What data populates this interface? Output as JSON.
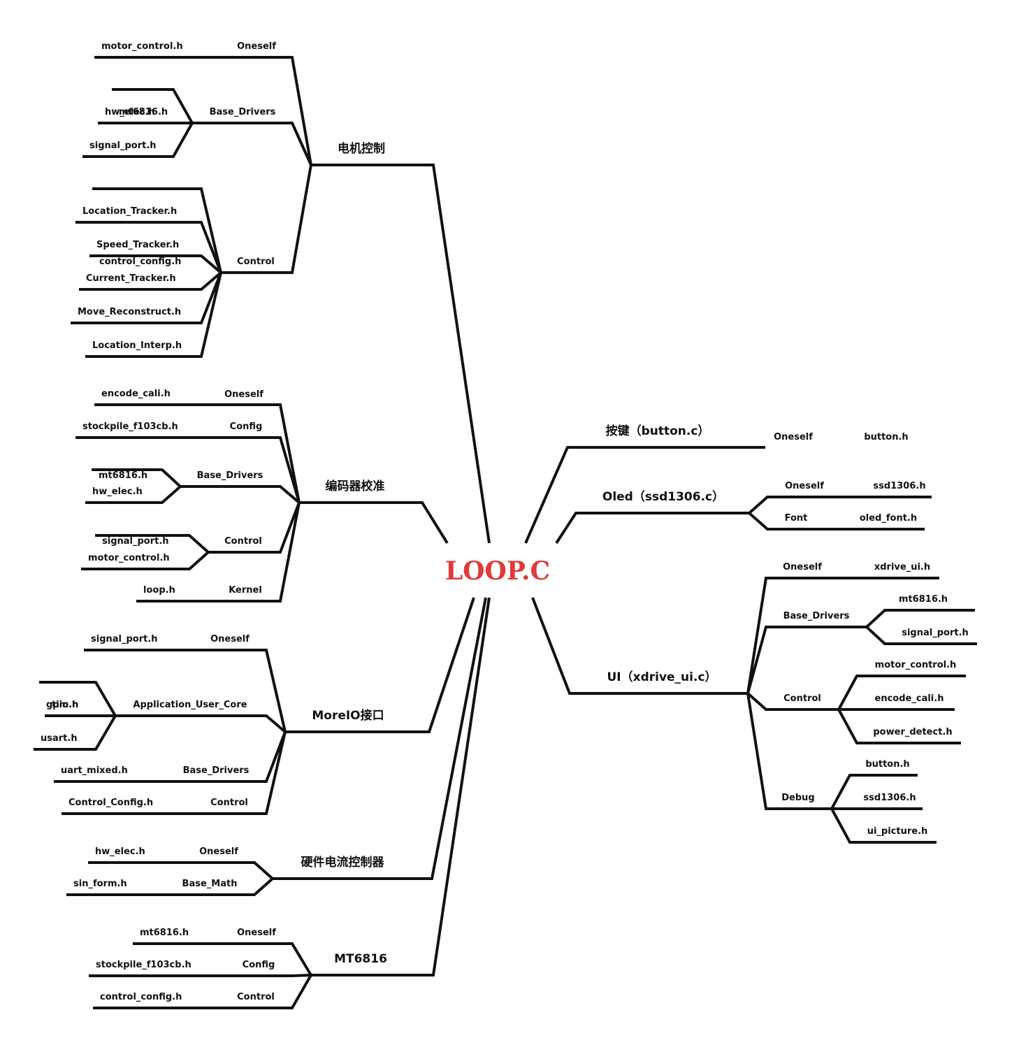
{
  "colors": {
    "line": "#111111",
    "text": "#111111",
    "root": "#e03a3a",
    "background": "#ffffff"
  },
  "root": "LOOP.C",
  "branches": {
    "motor": {
      "title": "电机控制",
      "groups": [
        {
          "label": "Oneself",
          "items": [
            "motor_control.h"
          ]
        },
        {
          "label": "Base_Drivers",
          "items": [
            "mt6816.h",
            "hw_elec.h",
            "signal_port.h"
          ]
        },
        {
          "label": "Control",
          "items": [
            "control_config.h",
            "Location_Tracker.h",
            "Speed_Tracker.h",
            "Current_Tracker.h",
            "Move_Reconstruct.h",
            "Location_Interp.h"
          ]
        }
      ]
    },
    "encoder": {
      "title": "编码器校准",
      "groups": [
        {
          "label": "Oneself",
          "items": [
            "encode_cali.h"
          ]
        },
        {
          "label": "Config",
          "items": [
            "stockpile_f103cb.h"
          ]
        },
        {
          "label": "Base_Drivers",
          "items": [
            "mt6816.h",
            "hw_elec.h"
          ]
        },
        {
          "label": "Control",
          "items": [
            "signal_port.h",
            "motor_control.h"
          ]
        },
        {
          "label": "Kernel",
          "items": [
            "loop.h"
          ]
        }
      ]
    },
    "moreio": {
      "title": "MoreIO接口",
      "groups": [
        {
          "label": "Oneself",
          "items": [
            "signal_port.h"
          ]
        },
        {
          "label": "Application_User_Core",
          "items": [
            "gpio.h",
            "tim.h",
            "usart.h"
          ]
        },
        {
          "label": "Base_Drivers",
          "items": [
            "uart_mixed.h"
          ]
        },
        {
          "label": "Control",
          "items": [
            "Control_Config.h"
          ]
        }
      ]
    },
    "hwcurrent": {
      "title": "硬件电流控制器",
      "groups": [
        {
          "label": "Oneself",
          "items": [
            "hw_elec.h"
          ]
        },
        {
          "label": "Base_Math",
          "items": [
            "sin_form.h"
          ]
        }
      ]
    },
    "mt6816": {
      "title": "MT6816",
      "groups": [
        {
          "label": "Oneself",
          "items": [
            "mt6816.h"
          ]
        },
        {
          "label": "Config",
          "items": [
            "stockpile_f103cb.h"
          ]
        },
        {
          "label": "Control",
          "items": [
            "control_config.h"
          ]
        }
      ]
    },
    "button": {
      "title": "按键（button.c）",
      "groups": [
        {
          "label": "Oneself",
          "items": [
            "button.h"
          ]
        }
      ]
    },
    "oled": {
      "title": "Oled（ssd1306.c）",
      "groups": [
        {
          "label": "Oneself",
          "items": [
            "ssd1306.h"
          ]
        },
        {
          "label": "Font",
          "items": [
            "oled_font.h"
          ]
        }
      ]
    },
    "ui": {
      "title": "UI（xdrive_ui.c）",
      "groups": [
        {
          "label": "Oneself",
          "items": [
            "xdrive_ui.h"
          ]
        },
        {
          "label": "Base_Drivers",
          "items": [
            "mt6816.h",
            "signal_port.h"
          ]
        },
        {
          "label": "Control",
          "items": [
            "motor_control.h",
            "encode_cali.h",
            "power_detect.h"
          ]
        },
        {
          "label": "Debug",
          "items": [
            "button.h",
            "ssd1306.h",
            "ui_picture.h"
          ]
        }
      ]
    }
  }
}
